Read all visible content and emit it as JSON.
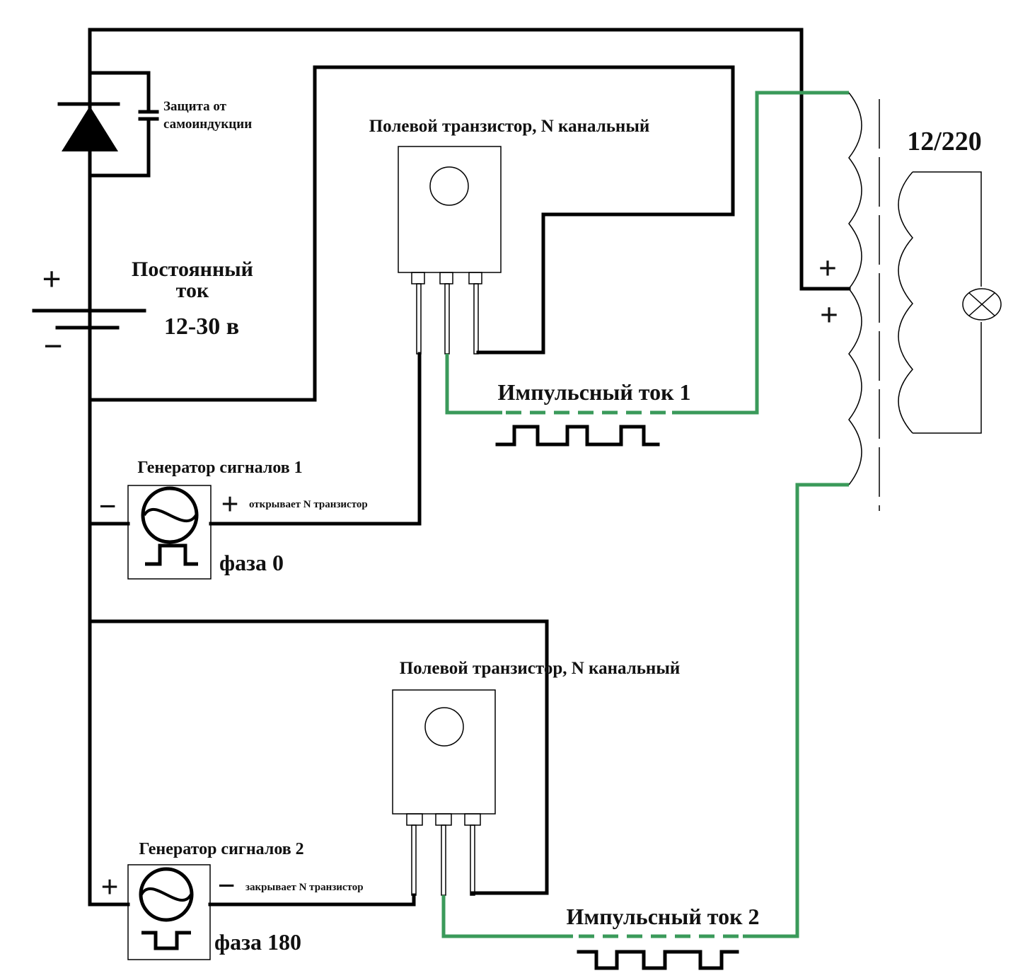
{
  "protection_label": [
    "Защита от",
    "самоиндукции"
  ],
  "dc_source": {
    "line1": "Постоянный",
    "line2": "ток",
    "voltage": "12-30 в",
    "plus": "+",
    "minus": "−"
  },
  "transistor_top": {
    "label": "Полевой транзистор, N канальный"
  },
  "transistor_bottom": {
    "label": "Полевой транзистор, N канальный"
  },
  "pulse_current_1": "Импульсный ток 1",
  "pulse_current_2": "Импульсный ток 2",
  "generator_1": {
    "title": "Генератор сигналов 1",
    "left_sign": "−",
    "right_sign": "+",
    "note": "открывает N транзистор",
    "phase": "фаза 0"
  },
  "generator_2": {
    "title": "Генератор сигналов 2",
    "left_sign": "+",
    "right_sign": "−",
    "note": "закрывает N транзистор",
    "phase": "фаза 180"
  },
  "transformer": {
    "ratio": "12/220",
    "tap_plus_1": "+",
    "tap_plus_2": "+"
  },
  "colors": {
    "wire": "#000000",
    "pulse_wire": "#3a9a5a"
  }
}
